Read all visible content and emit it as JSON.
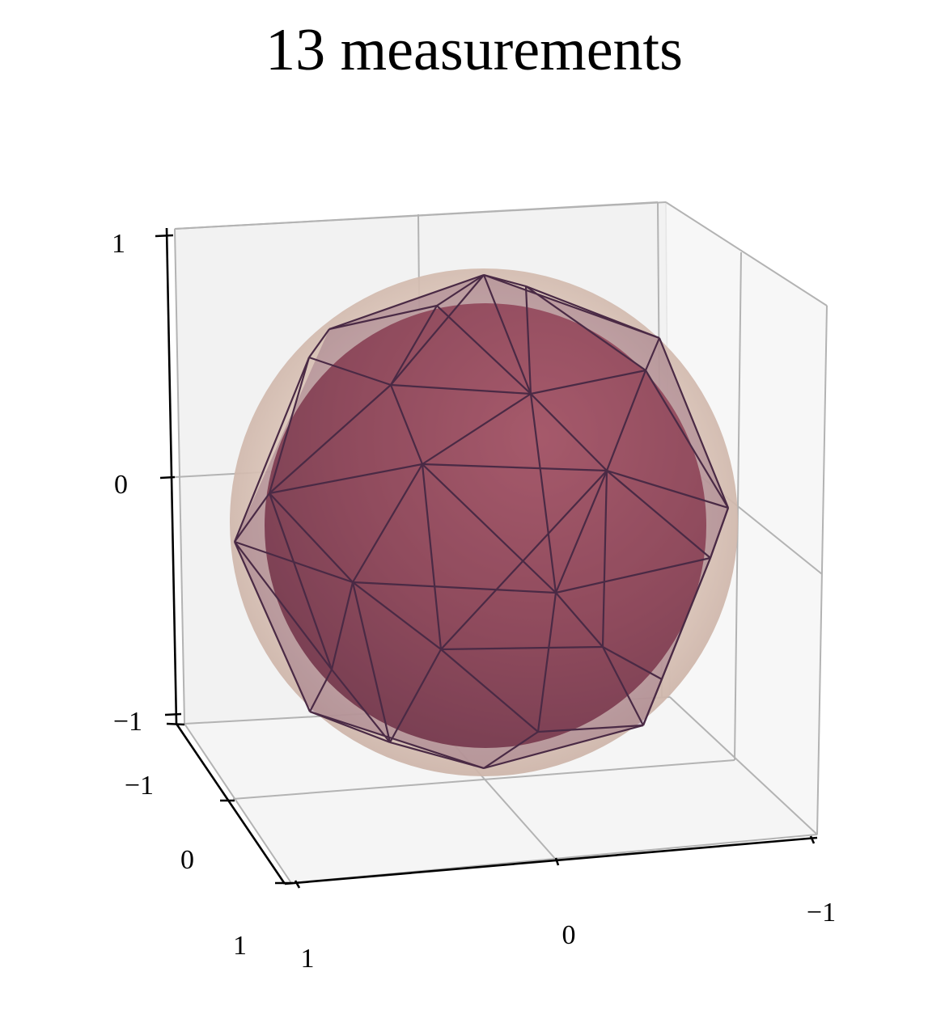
{
  "chart_data": {
    "type": "3d-surface",
    "title": "13 measurements",
    "axes": {
      "x": {
        "ticks": [
          "−1",
          "0",
          "1"
        ],
        "range": [
          -1,
          1
        ]
      },
      "y": {
        "ticks": [
          "−1",
          "0",
          "1"
        ],
        "range": [
          -1,
          1
        ]
      },
      "z": {
        "ticks": [
          "−1",
          "0",
          "1"
        ],
        "range": [
          -1,
          1
        ]
      }
    },
    "objects": [
      {
        "kind": "outer-sphere",
        "radius": 1.0
      },
      {
        "kind": "inner-sphere",
        "radius": 0.85
      },
      {
        "kind": "polytope",
        "measurements": 13
      }
    ],
    "grid": true,
    "colors": {
      "outer_sphere": "#d9c3b6",
      "inner_sphere": "#9b3e52",
      "polytope_edges": "#4a2a45",
      "polytope_faces": "#8a5a74"
    }
  }
}
